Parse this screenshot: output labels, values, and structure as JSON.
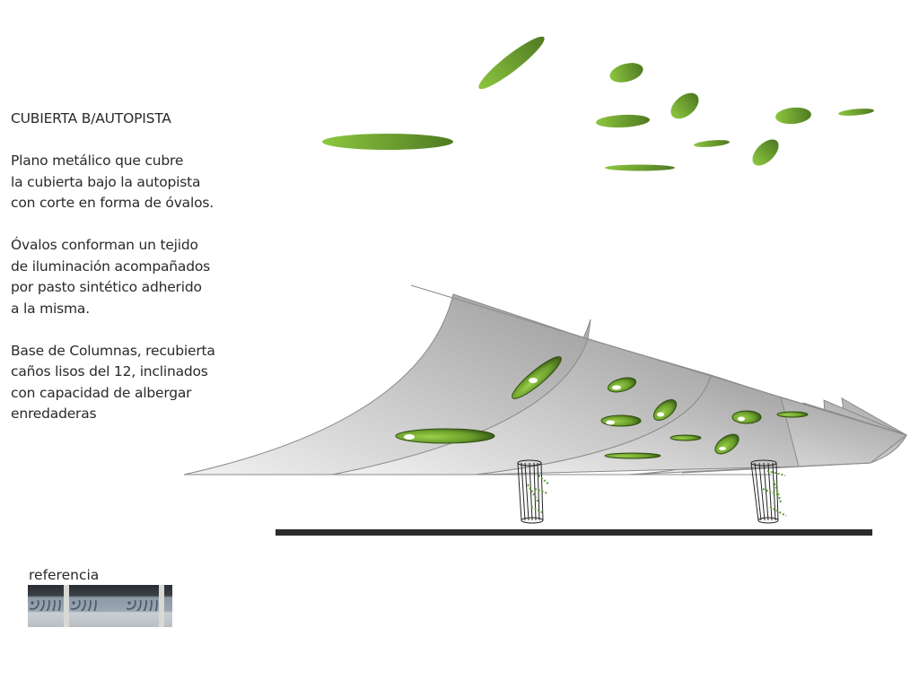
{
  "title": "CUBIERTA B/AUTOPISTA",
  "paragraphs": [
    {
      "lines": [
        "Plano metálico que cubre",
        "la cubierta bajo la autopista",
        "con corte en forma de óvalos."
      ]
    },
    {
      "lines": [
        "Óvalos conforman un tejido",
        "de iluminación acompañados",
        "por pasto sintético adherido",
        "a la misma."
      ]
    },
    {
      "lines": [
        "Base de Columnas, recubierta",
        "caños lisos del 12, inclinados",
        "con capacidad de albergar",
        "enredaderas"
      ]
    }
  ],
  "reference": {
    "label": "referencia"
  },
  "colors": {
    "oval_light": "#8cc63f",
    "oval_dark": "#4f7a22",
    "panel": "#b8b8b8",
    "ground": "#2b2b2b"
  }
}
